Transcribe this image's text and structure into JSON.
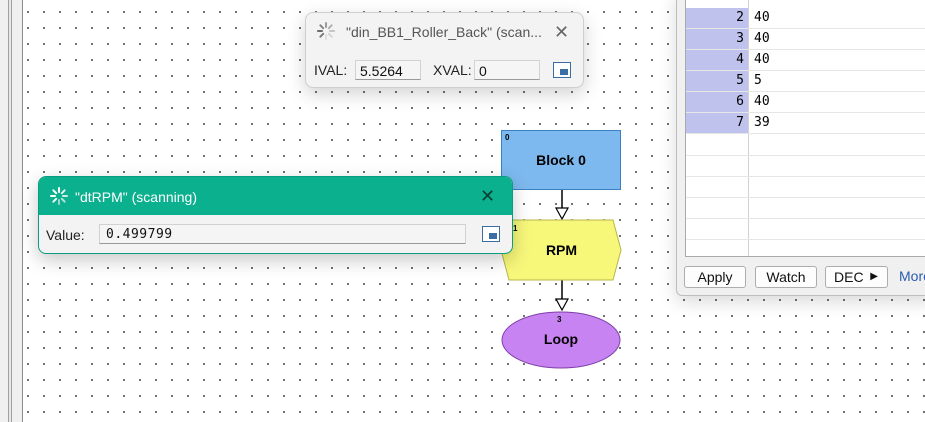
{
  "watch_din": {
    "title": "\"din_BB1_Roller_Back\" (scan...",
    "ival_label": "IVAL:",
    "ival_value": "5.5264",
    "xval_label": "XVAL:",
    "xval_value": "0"
  },
  "watch_rpm": {
    "title": "\"dtRPM\" (scanning)",
    "value_label": "Value:",
    "value": "0.499799"
  },
  "flowchart": {
    "block0": {
      "num": "0",
      "label": "Block 0"
    },
    "rpm": {
      "num": "1",
      "label": "RPM"
    },
    "loop": {
      "num": "3",
      "label": "Loop"
    }
  },
  "data_panel": {
    "rows": [
      {
        "index": "2",
        "value": "40"
      },
      {
        "index": "3",
        "value": "40"
      },
      {
        "index": "4",
        "value": "40"
      },
      {
        "index": "5",
        "value": "5"
      },
      {
        "index": "6",
        "value": "40"
      },
      {
        "index": "7",
        "value": "39"
      }
    ],
    "apply_label": "Apply",
    "watch_label": "Watch",
    "format_label": "DEC",
    "more_label": "More"
  },
  "colors": {
    "rpm_titlebar": "#0bb08f",
    "block0_fill": "#7db9ee",
    "rpm_fill": "#f7f77a",
    "loop_fill": "#c883f2",
    "index_fill": "#bfc2ec"
  }
}
